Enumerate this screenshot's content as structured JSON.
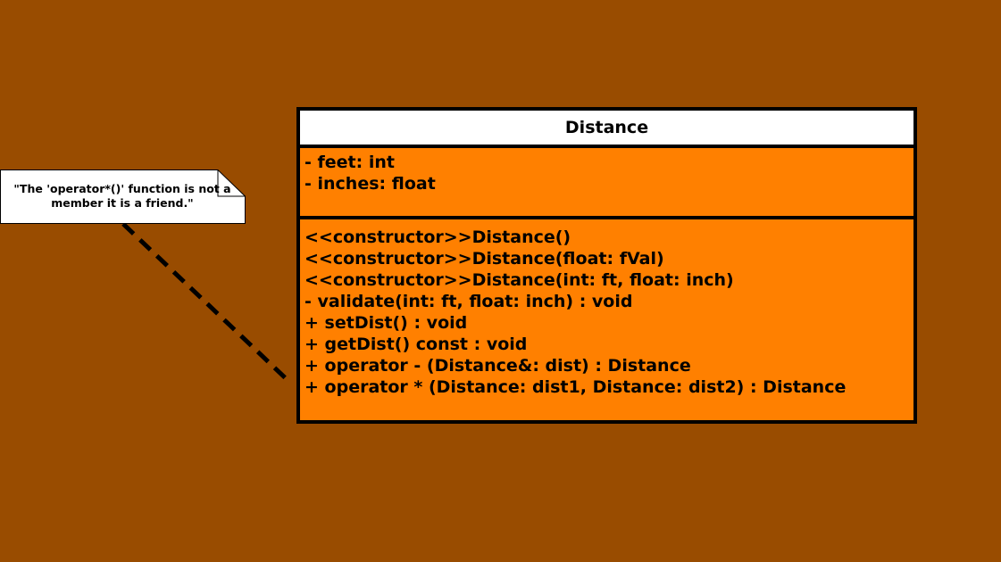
{
  "note": {
    "text": "\"The 'operator*()' function is not a member it is a friend.\""
  },
  "class": {
    "name": "Distance",
    "attributes": [
      "- feet: int",
      "- inches: float"
    ],
    "operations": [
      "<<constructor>>Distance()",
      "<<constructor>>Distance(float: fVal)",
      "<<constructor>>Distance(int: ft, float: inch)",
      "- validate(int: ft, float: inch) : void",
      "+ setDist() : void",
      "+ getDist() const : void",
      "+ operator - (Distance&: dist) : Distance",
      "+ operator * (Distance: dist1, Distance: dist2) : Distance"
    ]
  },
  "colors": {
    "background": "#994c00",
    "class_fill": "#ff8000",
    "header_fill": "#ffffff",
    "note_fill": "#ffffff",
    "border": "#000000"
  }
}
